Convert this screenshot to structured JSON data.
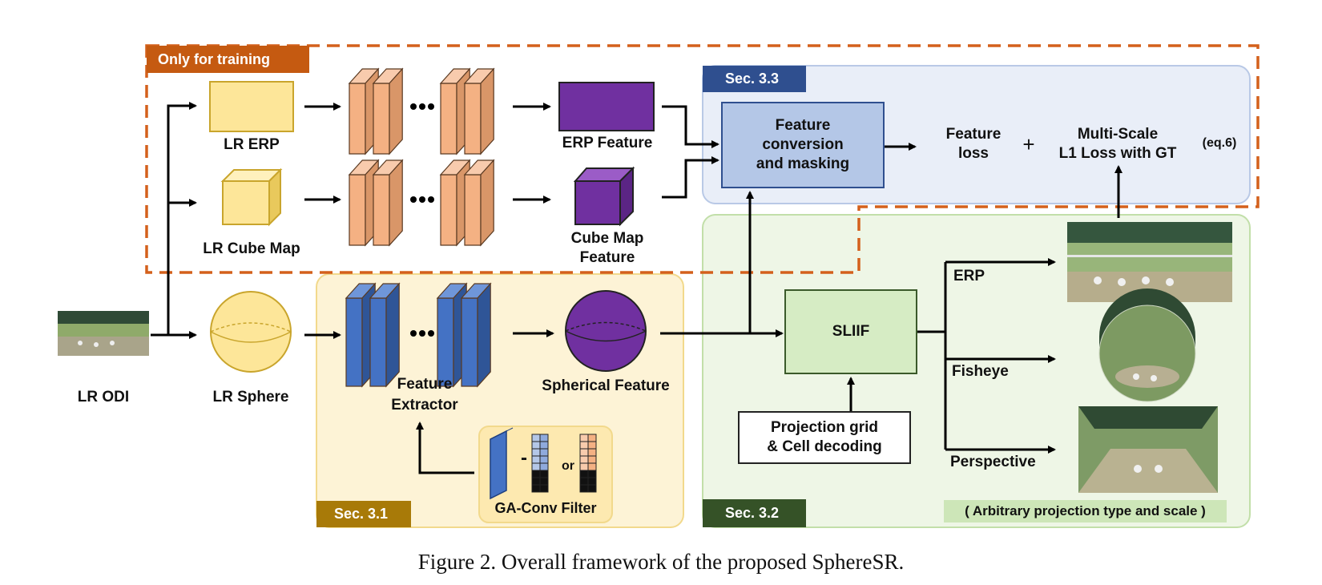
{
  "tags": {
    "only_training": "Only for training",
    "sec33": "Sec. 3.3",
    "sec31": "Sec. 3.1",
    "sec32": "Sec. 3.2"
  },
  "labels": {
    "lr_erp": "LR ERP",
    "lr_cube_map": "LR Cube Map",
    "erp_feature": "ERP Feature",
    "cube_map_feature_1": "Cube Map",
    "cube_map_feature_2": "Feature",
    "lr_odi": "LR ODI",
    "lr_sphere": "LR Sphere",
    "feature_extractor_1": "Feature",
    "feature_extractor_2": "Extractor",
    "spherical_feature": "Spherical Feature",
    "ga_conv_filter": "GA-Conv Filter",
    "or_text": "or",
    "minus_text": "-",
    "erp_out": "ERP",
    "fisheye_out": "Fisheye",
    "perspective_out": "Perspective",
    "eq6": "(eq.6)",
    "plus": "+"
  },
  "boxes": {
    "feature_conversion_1": "Feature",
    "feature_conversion_2": "conversion",
    "feature_conversion_3": "and masking",
    "feature_loss_1": "Feature",
    "feature_loss_2": "loss",
    "multiscale_1": "Multi-Scale",
    "multiscale_2": "L1 Loss with GT",
    "sliif": "SLIIF",
    "projection_grid_1": "Projection grid",
    "projection_grid_2": "& Cell decoding",
    "arbitrary": "( Arbitrary projection type and scale )"
  },
  "caption": "Figure 2. Overall framework of the proposed SphereSR.",
  "colors": {
    "training_dash": "#d4601c",
    "sec33_bg": "#e9eef8",
    "sec33_border": "#b9c9e6",
    "sec33_tag": "#2f4f8f",
    "sec31_bg": "#fdf3d6",
    "sec31_border": "#f2d98c",
    "sec31_tag": "#b8860b",
    "sec32_bg": "#eef6e6",
    "sec32_border": "#c2dfa9",
    "sec32_tag": "#3a5a2a",
    "feature_conv_box": "#b4c7e7",
    "sliif_box": "#d6ecc4",
    "erp_yellow": "#fde699",
    "conv_orange": "#f4b183",
    "conv_blue": "#4472c4",
    "purple": "#7030a0",
    "arbitrary_bg": "#cde6b8"
  }
}
